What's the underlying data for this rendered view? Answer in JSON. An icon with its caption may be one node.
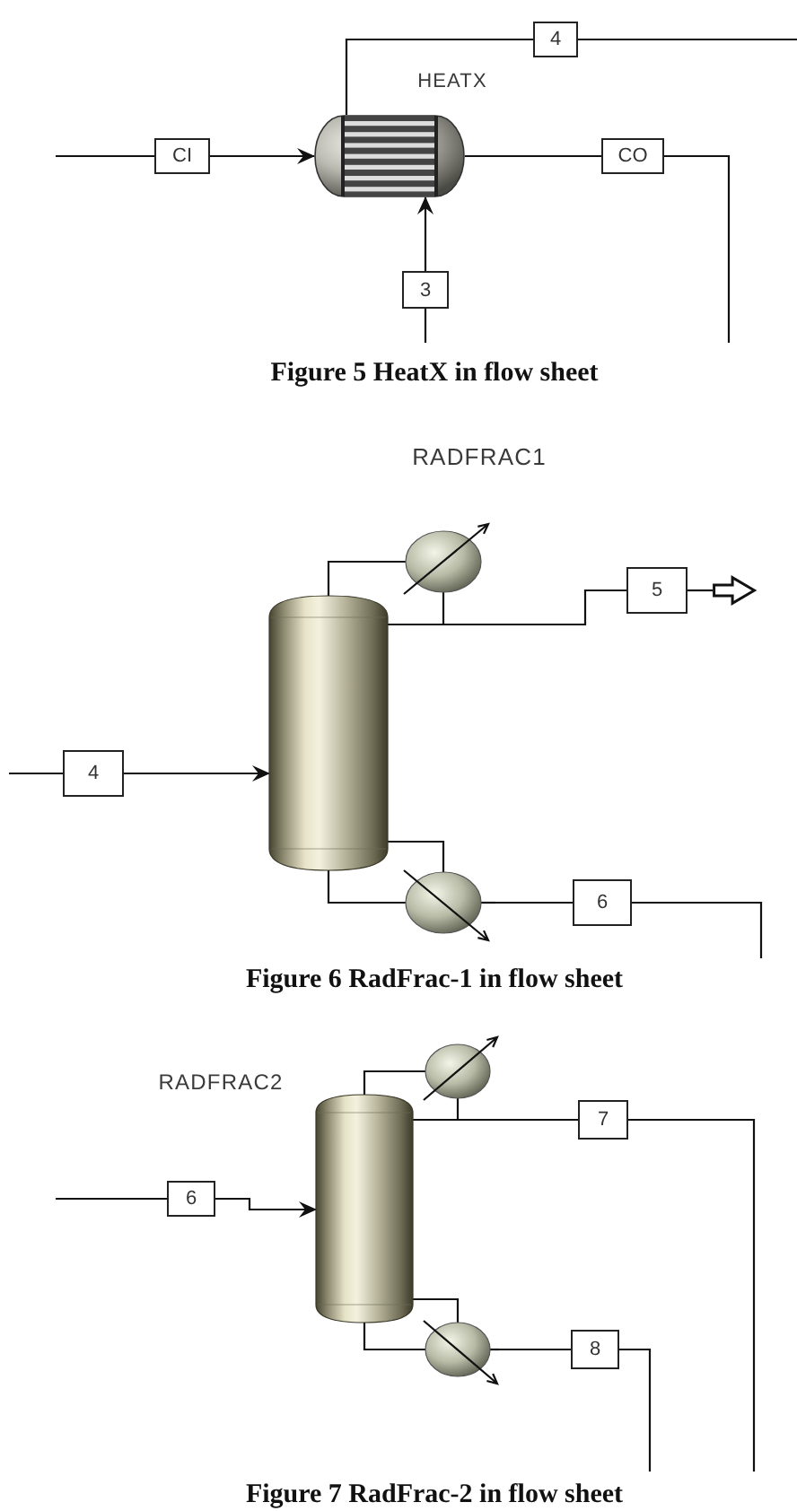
{
  "diagram": {
    "nodes": [
      {
        "text": [
          "4"
        ]
      },
      {
        "text": [],
        "shape": "picture",
        "beside": [
          "HEATX"
        ]
      },
      {
        "text": [
          "CI"
        ]
      },
      {
        "text": [
          "CO"
        ]
      },
      {
        "text": [
          "3"
        ]
      },
      {
        "text": [],
        "shape": "picture",
        "beside": [
          "RADFRAC1"
        ]
      },
      {
        "text": [
          "5"
        ]
      },
      {
        "text": [],
        "shape": "arrow"
      },
      {
        "text": [
          "4"
        ]
      },
      {
        "text": [
          "6"
        ]
      },
      {
        "text": [],
        "shape": "picture",
        "beside": [
          "RADFRAC2"
        ]
      },
      {
        "text": [
          "7"
        ]
      },
      {
        "text": [
          "6"
        ]
      },
      {
        "text": [
          "8"
        ]
      }
    ],
    "edges": [
      {
        "from": null,
        "to": 2,
        "arrow": "none"
      },
      {
        "from": 2,
        "to": 1,
        "arrow": "to"
      },
      {
        "from": 1,
        "to": 0,
        "arrow": "none"
      },
      {
        "from": 0,
        "to": null,
        "arrow": "none"
      },
      {
        "from": 1,
        "to": 3,
        "arrow": "none"
      },
      {
        "from": 3,
        "to": null,
        "arrow": "none"
      },
      {
        "from": null,
        "to": 4,
        "arrow": "none"
      },
      {
        "from": 4,
        "to": 1,
        "arrow": "to"
      },
      {
        "from": null,
        "to": 8,
        "arrow": "none"
      },
      {
        "from": 8,
        "to": 5,
        "arrow": "to"
      },
      {
        "from": 5,
        "to": 6,
        "arrow": "none"
      },
      {
        "from": 6,
        "to": 7,
        "arrow": "none"
      },
      {
        "from": 5,
        "to": 9,
        "arrow": "none"
      },
      {
        "from": 9,
        "to": null,
        "arrow": "none"
      },
      {
        "from": null,
        "to": 12,
        "arrow": "none"
      },
      {
        "from": 12,
        "to": 10,
        "arrow": "to"
      },
      {
        "from": 10,
        "to": 11,
        "arrow": "none"
      },
      {
        "from": 11,
        "to": null,
        "arrow": "none"
      },
      {
        "from": 10,
        "to": 13,
        "arrow": "none"
      },
      {
        "from": 13,
        "to": null,
        "arrow": "none"
      }
    ],
    "labels": [
      "Figure 5 HeatX in flow sheet",
      "Figure 6 RadFrac-1 in flow sheet",
      "Figure 7 RadFrac-2 in flow sheet"
    ]
  }
}
